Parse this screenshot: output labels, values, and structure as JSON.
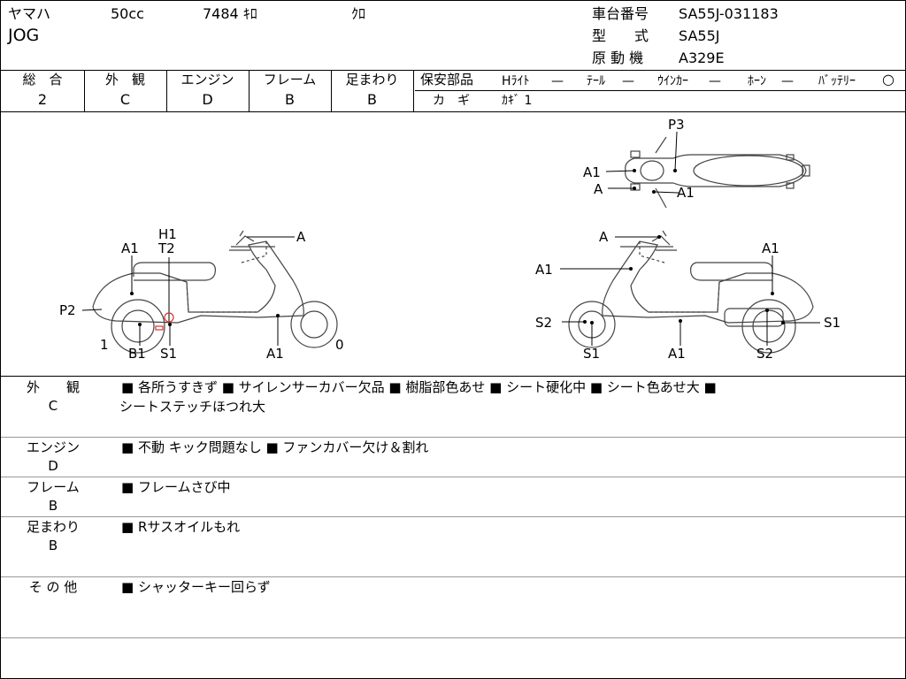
{
  "header": {
    "maker": "ヤマハ",
    "displacement": "50cc",
    "mileage": "7484 ｷﾛ",
    "color": "ｸﾛ",
    "model_name": "JOG",
    "frame_number_label": "車台番号",
    "frame_number": "SA55J-031183",
    "type_label": "型　　式",
    "type_value": "SA55J",
    "engine_label": "原 動 機",
    "engine_value": "A329E"
  },
  "grades": {
    "columns": [
      {
        "label": "総　合",
        "value": "2"
      },
      {
        "label": "外　観",
        "value": "C"
      },
      {
        "label": "エンジン",
        "value": "D"
      },
      {
        "label": "フレーム",
        "value": "B"
      },
      {
        "label": "足まわり",
        "value": "B"
      }
    ],
    "safety_parts_label": "保安部品",
    "safety_items": [
      {
        "name": "Hﾗｲﾄ",
        "status": "—"
      },
      {
        "name": "ﾃｰﾙ",
        "status": "—"
      },
      {
        "name": "ｳｲﾝｶｰ",
        "status": "—"
      },
      {
        "name": "ﾎｰﾝ",
        "status": "—"
      },
      {
        "name": "ﾊﾞｯﾃﾘｰ",
        "status": "○"
      }
    ],
    "key_label": "カ　ギ",
    "key_value": "ｶｷﾞ 1"
  },
  "diagram": {
    "top_labels": [
      "P3",
      "A1",
      "A",
      "A1"
    ],
    "left_labels": [
      "A1",
      "H1",
      "T2",
      "A",
      "P2",
      "1",
      "B1",
      "S1",
      "A1",
      "0"
    ],
    "right_labels": [
      "A",
      "A1",
      "A1",
      "S2",
      "S1",
      "S1",
      "A1",
      "S2"
    ]
  },
  "remarks": [
    {
      "category": "外　　観",
      "grade": "C",
      "lines": [
        "■ 各所うすきず ■ サイレンサーカバー欠品 ■ 樹脂部色あせ ■ シート硬化中 ■ シート色あせ大 ■",
        "シートステッチほつれ大"
      ]
    },
    {
      "category": "エンジン",
      "grade": "D",
      "lines": [
        "■ 不動 キック問題なし ■ ファンカバー欠け＆割れ"
      ]
    },
    {
      "category": "フレーム",
      "grade": "B",
      "lines": [
        "■ フレームさび中"
      ]
    },
    {
      "category": "足まわり",
      "grade": "B",
      "lines": [
        "■ Rサスオイルもれ"
      ]
    },
    {
      "category": "そ の 他",
      "grade": "",
      "lines": [
        "■ シャッターキー回らず"
      ]
    }
  ]
}
